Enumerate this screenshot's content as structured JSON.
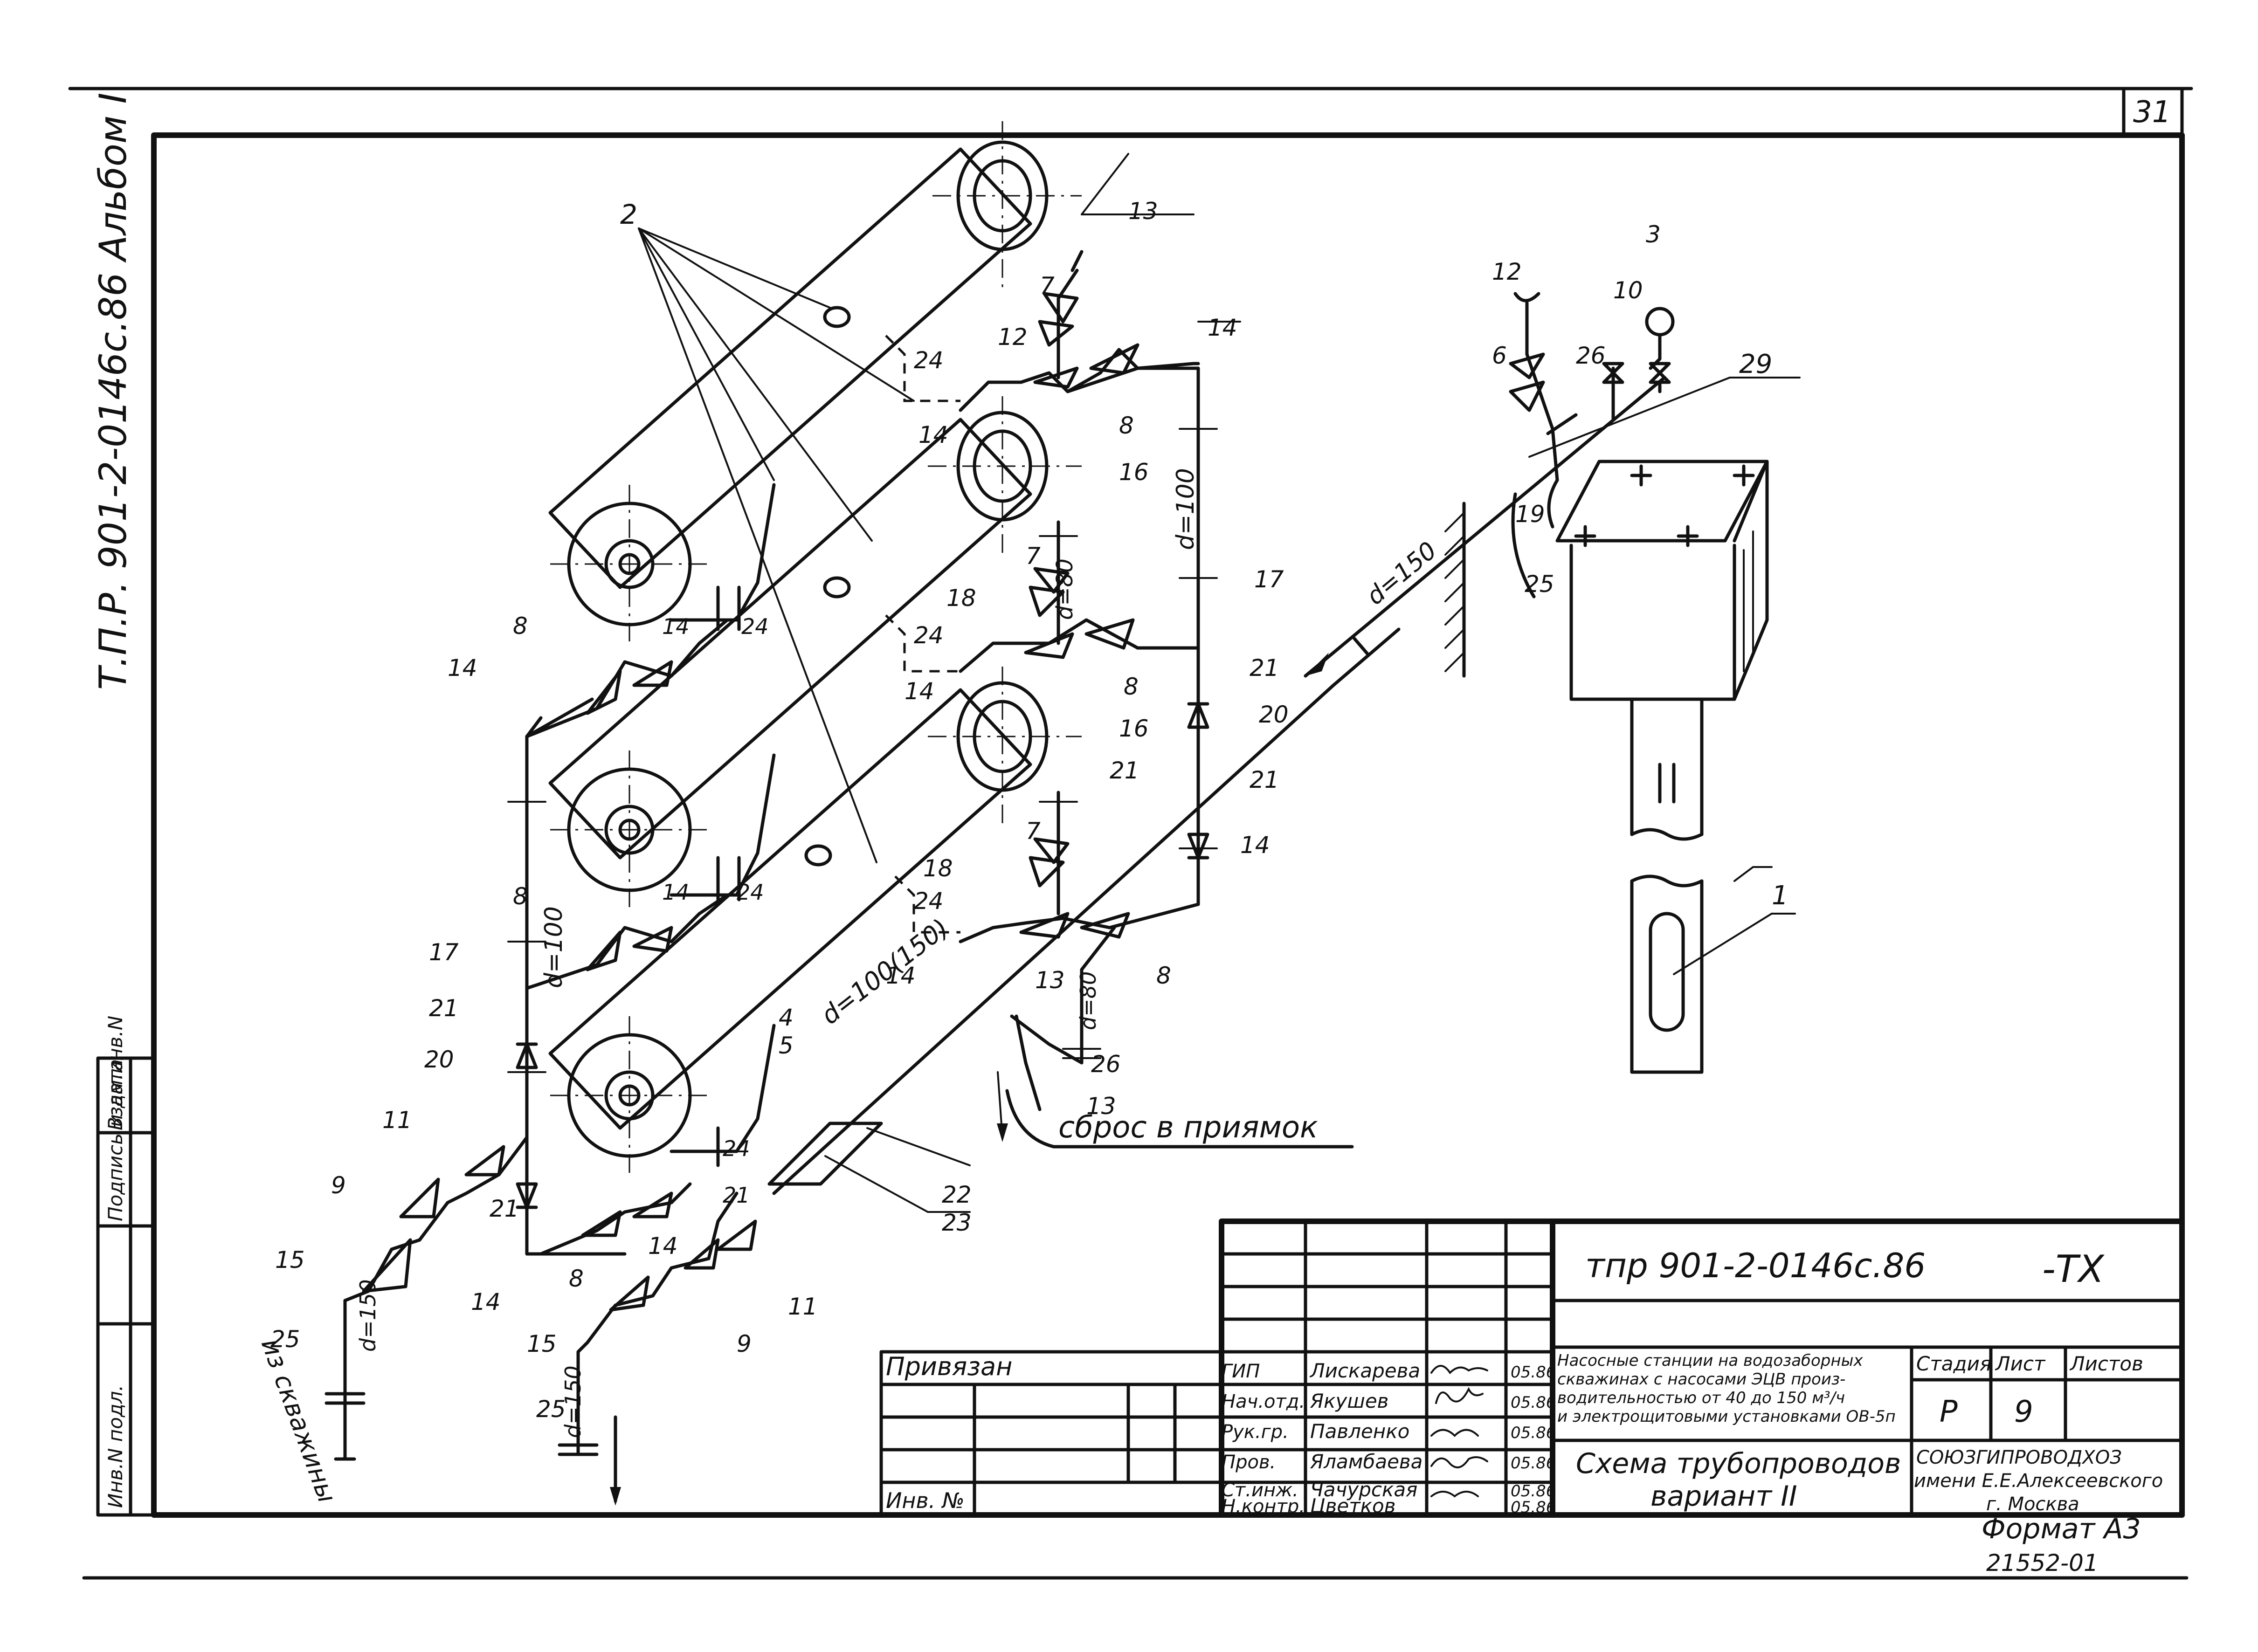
{
  "sheet": {
    "page_number": "31",
    "album_caption": "Т.П.Р. 901-2-0146с.86 Альбом I",
    "format": "Формат А3",
    "archive_number": "21552-01"
  },
  "left_stamp": [
    "Взам.инв.N",
    "Подпись и дата",
    "Инв.N подл."
  ],
  "labels": {
    "p1": "1",
    "p2": "2",
    "p3": "3",
    "p4": "4",
    "p5": "5",
    "p6": "6",
    "p7": "7",
    "p8": "8",
    "p9": "9",
    "p10": "10",
    "p11": "11",
    "p12": "12",
    "p13": "13",
    "p14": "14",
    "p15": "15",
    "p16": "16",
    "p17": "17",
    "p18": "18",
    "p19": "19",
    "p20": "20",
    "p21": "21",
    "p22": "22",
    "p23": "23",
    "p24": "24",
    "p25": "25",
    "p26": "26",
    "p29": "29"
  },
  "dimensions": {
    "left_d100": "d=100",
    "right_d100": "d=100",
    "d80": "d=80",
    "inlet_d150": "d=150",
    "main_d100_150": "d=100(150)",
    "outlet_d150": "d=150"
  },
  "notes": {
    "drain_to_pit": "сброс в приямок",
    "from_wells": "из скважины"
  },
  "title_block": {
    "doc_code": "тпр 901-2-0146с.86",
    "doc_suffix": "-ТХ",
    "binding": "Привязан",
    "inv_no": "Инв. №",
    "roles": [
      "ГИП",
      "Нач.отд.",
      "Рук.гр.",
      "Пров.",
      "Ст.инж.",
      "Н.контр."
    ],
    "names": [
      "Лискарева",
      "Якушев",
      "Павленко",
      "Яламбаева",
      "Чачурская",
      "Цветков"
    ],
    "dates": [
      "05.86",
      "05.86",
      "05.86",
      "05.86",
      "05.86",
      "05.86"
    ],
    "description": [
      "Насосные станции на водозаборных",
      "скважинах с насосами ЭЦВ произ-",
      "водительностью от 40 до 150 м³/ч",
      "и электрощитовыми установками ОВ-5п"
    ],
    "sheet_title": [
      "Схема трубопроводов",
      "вариант II"
    ],
    "stage_header": "Стадия",
    "sheet_header": "Лист",
    "sheets_header": "Листов",
    "stage": "Р",
    "sheet": "9",
    "organization": [
      "СОЮЗГИПРОВОДХОЗ",
      "имени Е.Е.Алексеевского",
      "г. Москва"
    ]
  }
}
